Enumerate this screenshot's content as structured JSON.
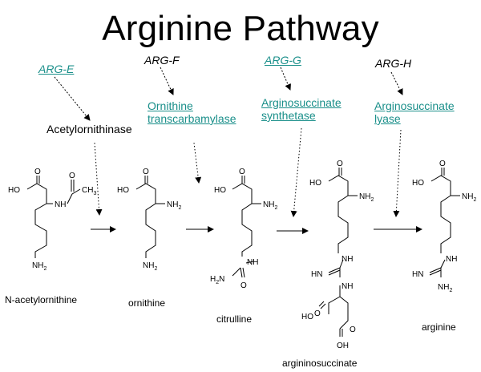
{
  "title": "Arginine Pathway",
  "colors": {
    "link": "#1a8f8a",
    "text": "#000000"
  },
  "genes": [
    {
      "label": "ARG-E",
      "linked": true
    },
    {
      "label": "ARG-F",
      "linked": false
    },
    {
      "label": "ARG-G",
      "linked": true
    },
    {
      "label": "ARG-H",
      "linked": false
    }
  ],
  "enzymes": [
    {
      "lines": [
        "Acetylornithinase"
      ],
      "linked": false
    },
    {
      "lines": [
        "Ornithine",
        "transcarbamylase"
      ],
      "linked": true
    },
    {
      "lines": [
        "Arginosuccinate",
        "synthetase"
      ],
      "linked": true
    },
    {
      "lines": [
        "Arginosuccinate",
        "lyase"
      ],
      "linked": true
    }
  ],
  "compounds": [
    "N-acetylornithine",
    "ornithine",
    "citrulline",
    "argininosuccinate",
    "arginine"
  ],
  "atom_labels": {
    "ho": "HO",
    "o": "O",
    "nh": "NH",
    "nh2_main": "NH",
    "sub2": "2",
    "ch3_main": "CH",
    "sub3": "3",
    "h2n_main": "H",
    "h2n_tail": "N",
    "hn": "HN",
    "oh": "OH"
  }
}
